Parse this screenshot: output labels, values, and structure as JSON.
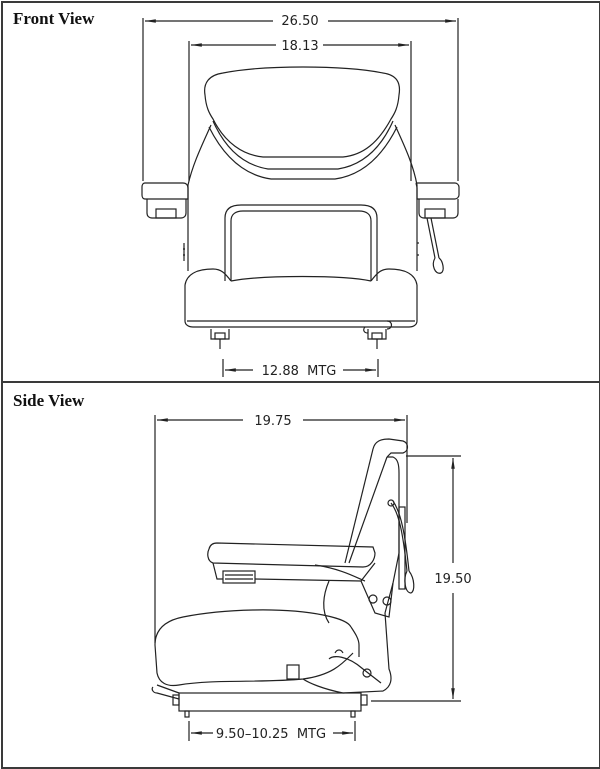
{
  "front_view": {
    "title": "Front View",
    "dimensions": {
      "overall_width": "26.50",
      "seat_width": "18.13",
      "mounting": "12.88  MTG"
    }
  },
  "side_view": {
    "title": "Side View",
    "dimensions": {
      "overall_depth": "19.75",
      "overall_height": "19.50",
      "mounting": "9.50–10.25  MTG"
    }
  },
  "colors": {
    "line": "#222222",
    "border": "#3a3a3a",
    "background": "#ffffff"
  }
}
